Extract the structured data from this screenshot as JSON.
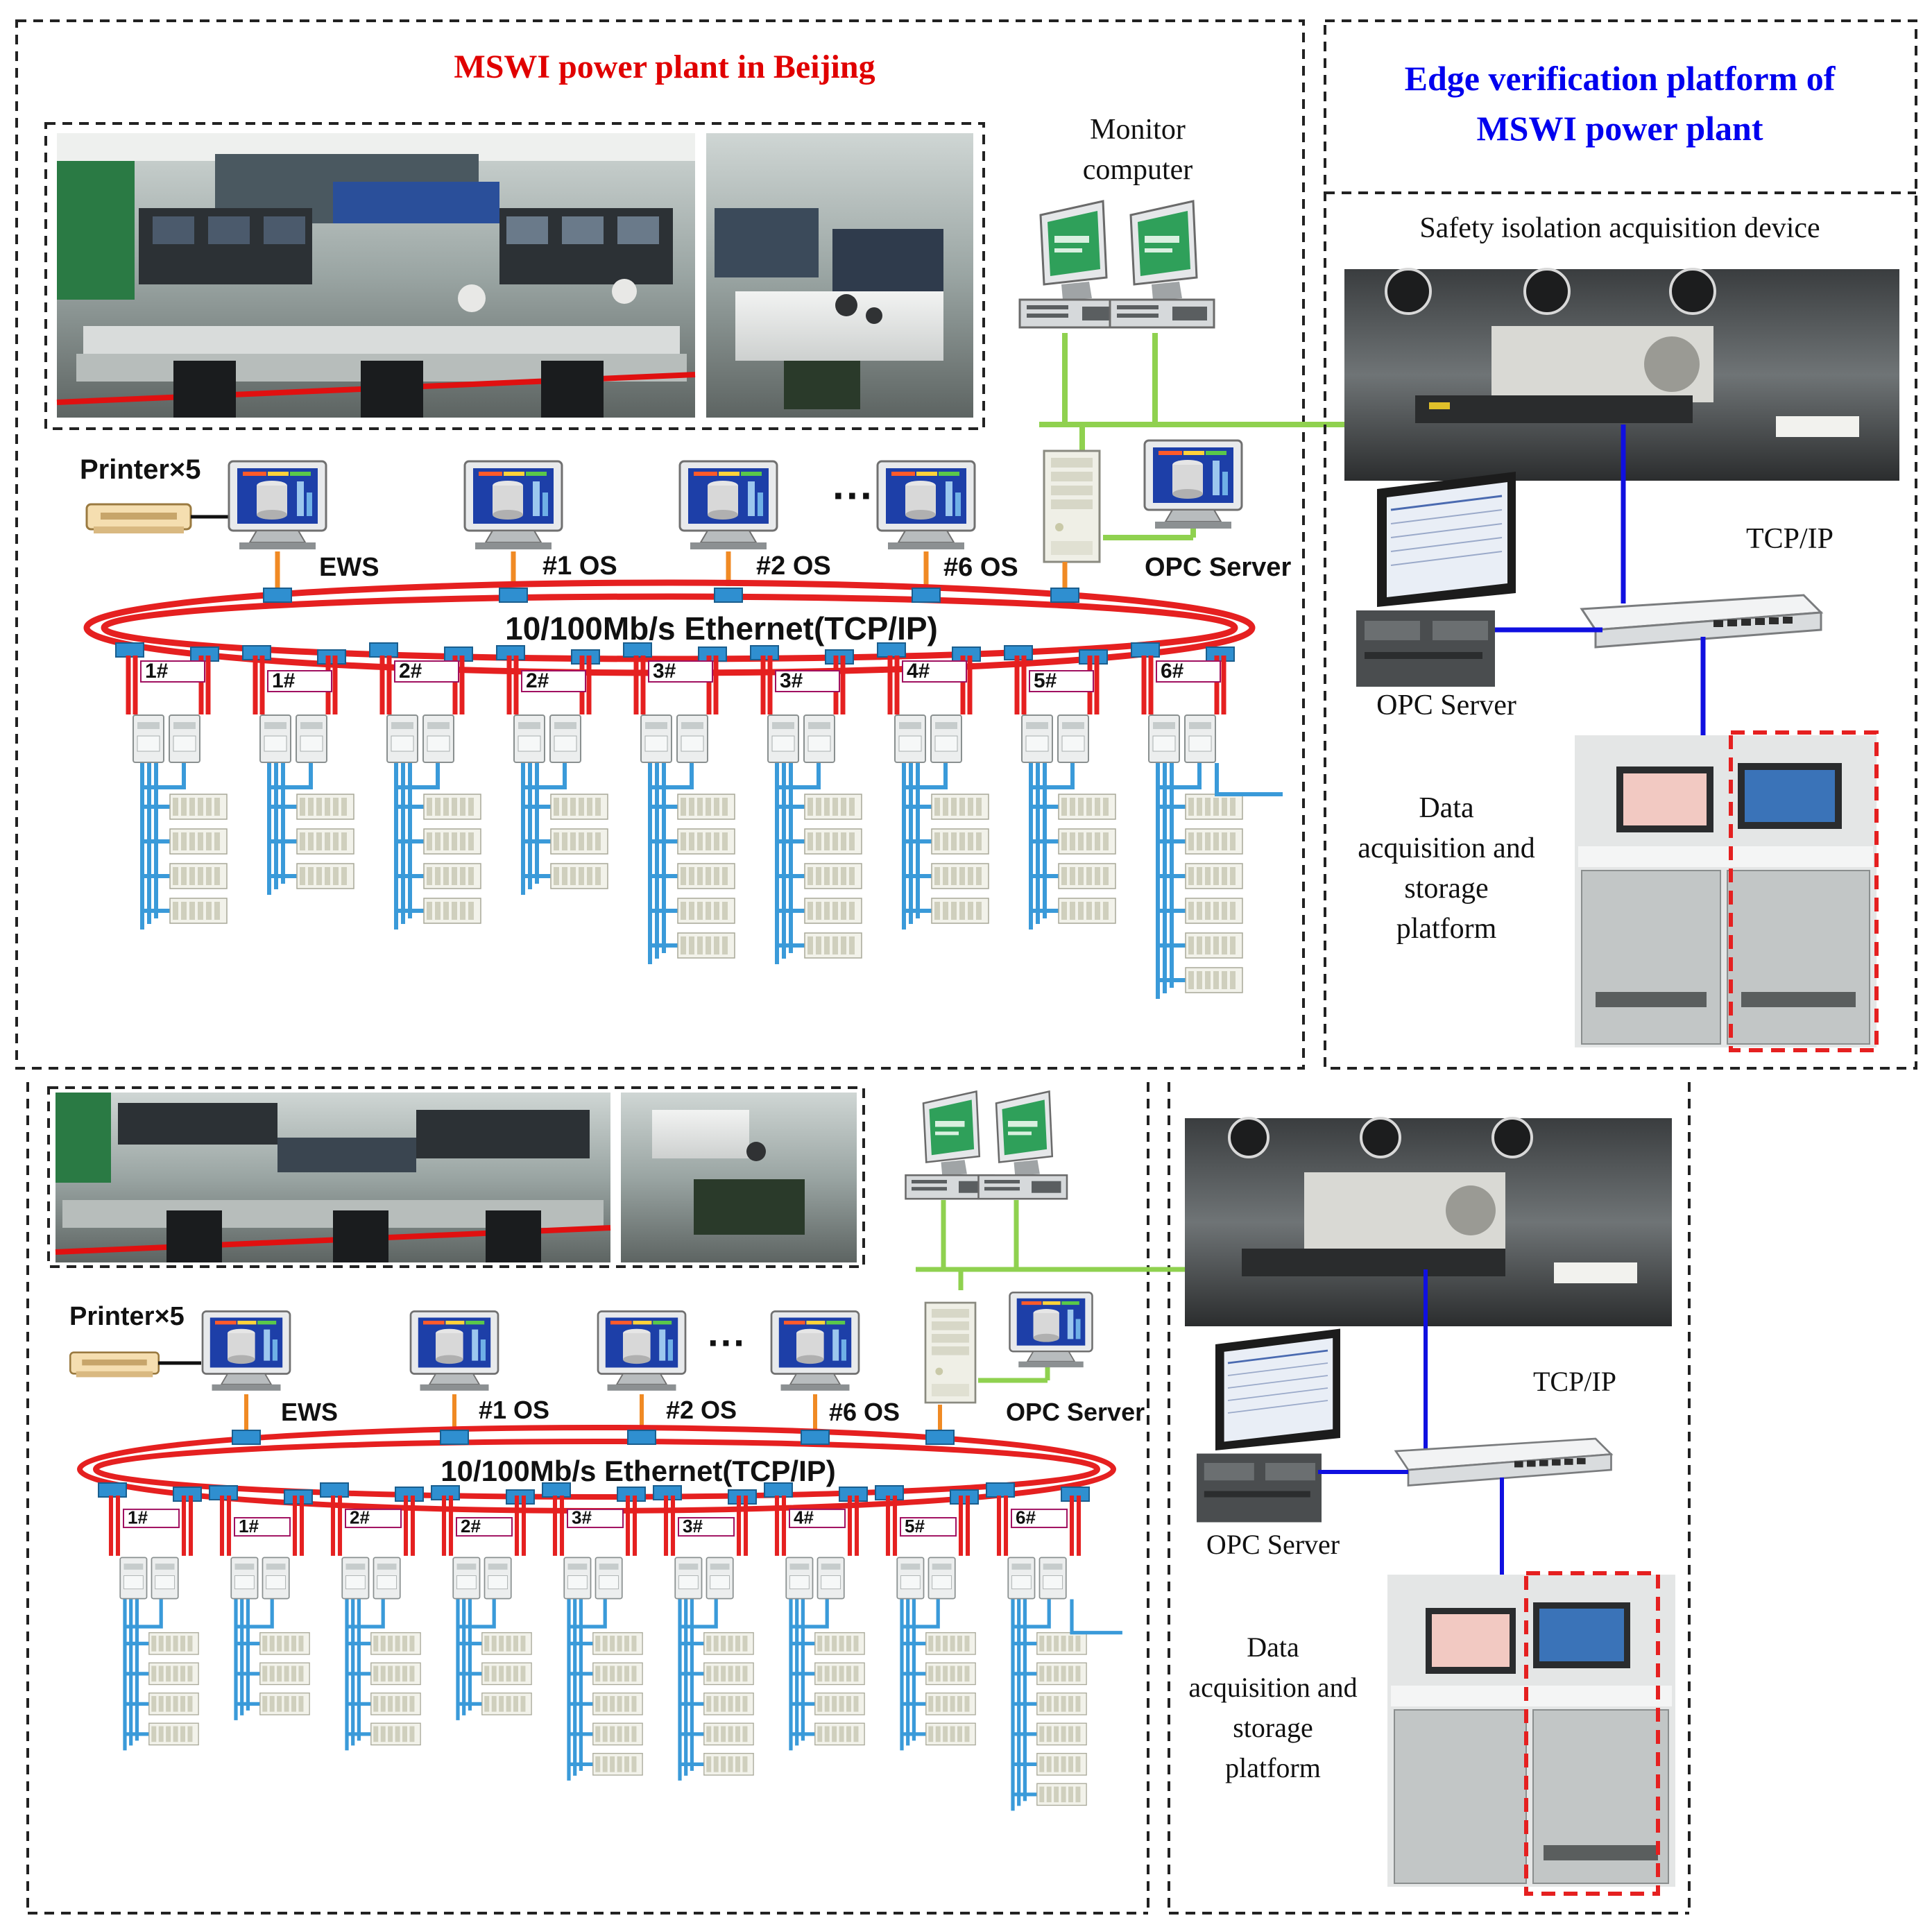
{
  "top_panel": {
    "title": "MSWI power plant in Beijing",
    "monitor_label_line1": "Monitor",
    "monitor_label_line2": "computer",
    "printer_label": "Printer×5",
    "ews_label": "EWS",
    "os1_label": "#1 OS",
    "os2_label": "#2 OS",
    "ellipsis": "···",
    "os6_label": "#6 OS",
    "opc_server_label": "OPC Server",
    "ethernet_label": "10/100Mb/s Ethernet(TCP/IP)",
    "unit_tags": [
      "1#",
      "1#",
      "2#",
      "2#",
      "3#",
      "3#",
      "4#",
      "5#",
      "6#"
    ]
  },
  "edge_panel": {
    "title_line1": "Edge verification platform of",
    "title_line2": "MSWI power plant",
    "safety_device_label": "Safety isolation acquisition device",
    "tcpip_label": "TCP/IP",
    "opc_server_label": "OPC Server",
    "data_platform_line1": "Data",
    "data_platform_line2": "acquisition and",
    "data_platform_line3": "storage",
    "data_platform_line4": "platform"
  },
  "bottom_panel": {
    "printer_label": "Printer×5",
    "ews_label": "EWS",
    "os1_label": "#1 OS",
    "os2_label": "#2 OS",
    "ellipsis": "···",
    "os6_label": "#6 OS",
    "opc_server_label": "OPC Server",
    "ethernet_label": "10/100Mb/s Ethernet(TCP/IP)",
    "unit_tags": [
      "1#",
      "1#",
      "2#",
      "2#",
      "3#",
      "3#",
      "4#",
      "5#",
      "6#"
    ],
    "tcpip_label": "TCP/IP",
    "opc_server_label_right": "OPC Server",
    "data_platform_line1": "Data",
    "data_platform_line2": "acquisition and",
    "data_platform_line3": "storage",
    "data_platform_line4": "platform"
  },
  "colors": {
    "title_red": "#e00000",
    "title_blue": "#0000ee",
    "ring_red": "#e52020",
    "field_blue": "#3a9ad9",
    "link_blue": "#1010e0",
    "link_green": "#8fd14f",
    "link_orange": "#f08a24",
    "port_blue": "#2f8fd0"
  }
}
